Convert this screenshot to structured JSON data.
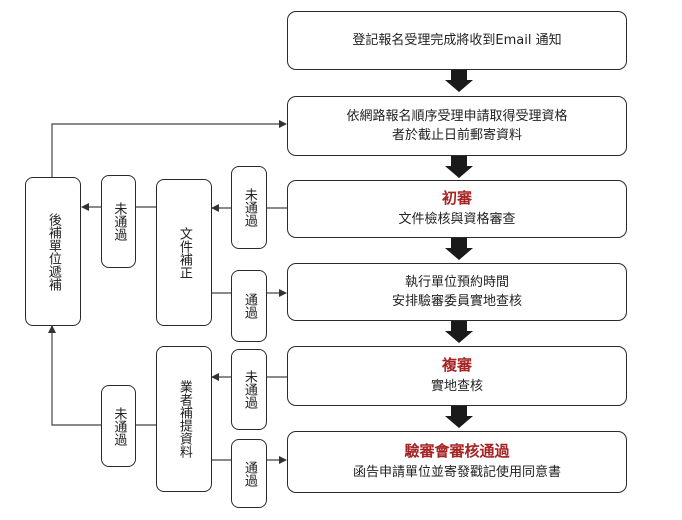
{
  "steps": {
    "step1": {
      "text": "登記報名受理完成將收到Email 通知"
    },
    "step2": {
      "line1": "依網路報名順序受理申請取得受理資格",
      "line2": "者於截止日前郵寄資料"
    },
    "step3": {
      "title": "初審",
      "subtitle": "文件檢核與資格審查"
    },
    "step4": {
      "line1": "執行單位預約時間",
      "line2": "安排驗審委員實地查核"
    },
    "step5": {
      "title": "複審",
      "subtitle": "實地查核"
    },
    "step6": {
      "title": "驗審會審核通過",
      "subtitle": "函告申請單位並寄發戳記使用同意書"
    }
  },
  "labels": {
    "fail_1": "未通過",
    "pass_1": "通過",
    "fail_2": "未通過",
    "pass_2": "通過",
    "supplement_docs": "文件補正",
    "supplement_company": "業者補提資料",
    "fail_outer_1": "未通過",
    "fail_outer_2": "未通過",
    "backfill": "後補單位遞補"
  },
  "colors": {
    "title_red": "#a52424",
    "border": "#2a2a2a",
    "arrow_fill": "#1a1a1a"
  }
}
